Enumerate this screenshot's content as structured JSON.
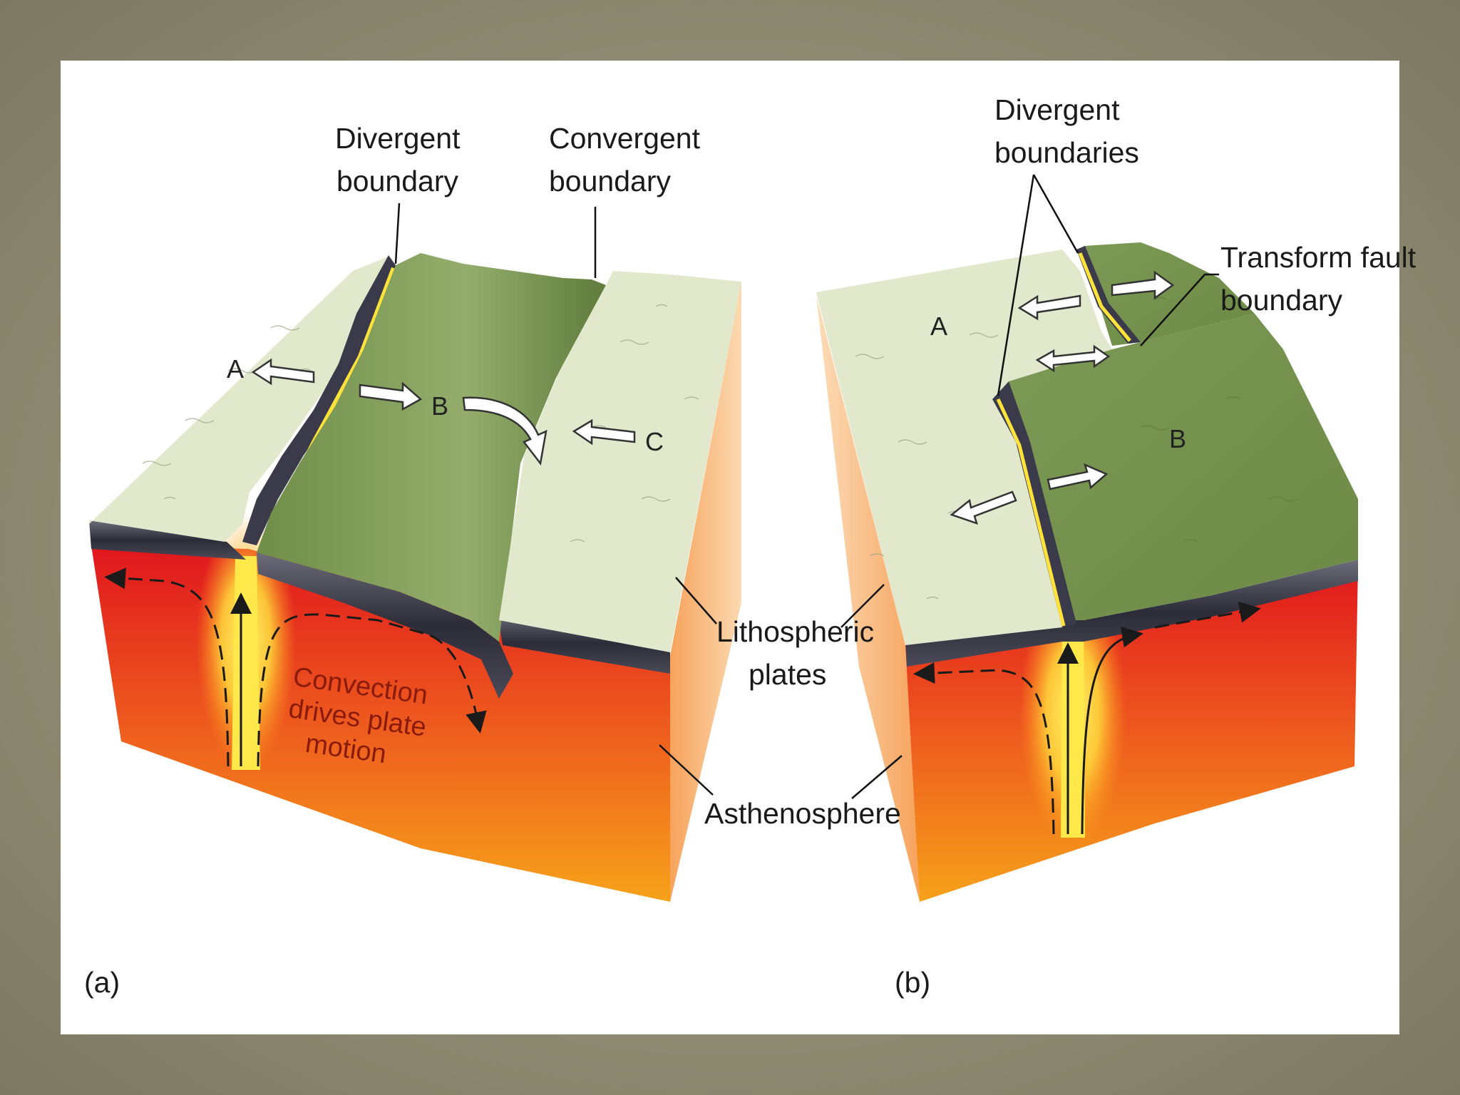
{
  "figure_a": {
    "panel_label": "(a)",
    "divergent_boundary": [
      "Divergent",
      "boundary"
    ],
    "convergent_boundary": [
      "Convergent",
      "boundary"
    ],
    "plate_a": "A",
    "plate_b": "B",
    "plate_c": "C",
    "convection": [
      "Convection",
      "drives plate",
      "motion"
    ]
  },
  "figure_b": {
    "panel_label": "(b)",
    "divergent_boundaries": [
      "Divergent",
      "boundaries"
    ],
    "transform_fault": [
      "Transform fault",
      "boundary"
    ],
    "plate_a": "A",
    "plate_b": "B"
  },
  "shared": {
    "lithospheric_plates": [
      "Lithospheric",
      "plates"
    ],
    "asthenosphere": "Asthenosphere"
  },
  "colors": {
    "crust_light": "#e2e8cc",
    "crust_green": "#7f9c58",
    "lithosphere": "#3a3a48",
    "asthenosphere_top": "#e41a1a",
    "asthenosphere_bottom": "#f7a21b",
    "magma": "#ffe84a"
  },
  "icons": [
    "double-arrow-icon",
    "curved-arrow-icon",
    "convection-arrow-icon"
  ]
}
